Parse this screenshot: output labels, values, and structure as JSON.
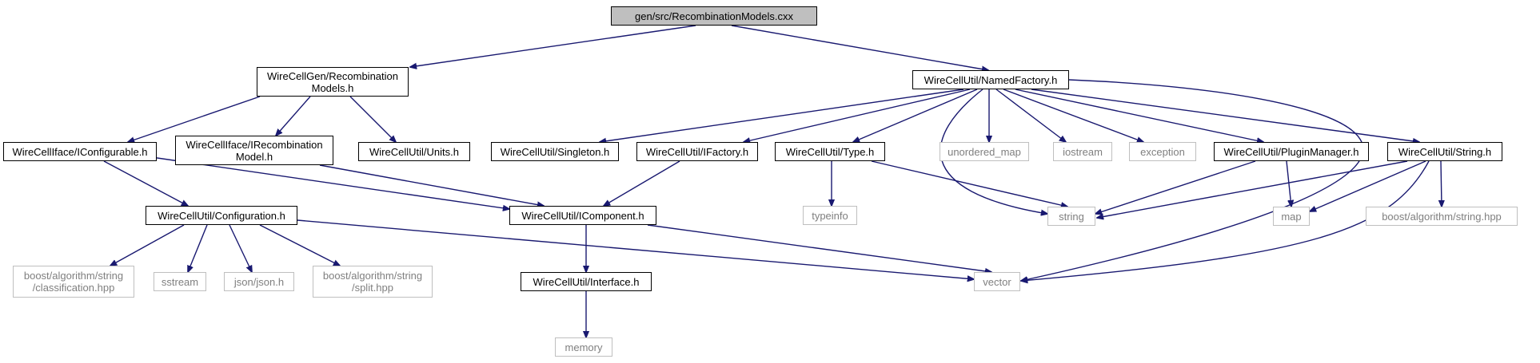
{
  "colors": {
    "edge": "#191970",
    "root_fill": "#bfbfbf",
    "external_border": "#bfbfbf",
    "external_text": "#7f7f7f"
  },
  "nodes": {
    "root": "gen/src/RecombinationModels.cxx",
    "recomb_models_h": "WireCellGen/Recombination\nModels.h",
    "named_factory": "WireCellUtil/NamedFactory.h",
    "iconfigurable": "WireCellIface/IConfigurable.h",
    "irecomb_model": "WireCellIface/IRecombination\nModel.h",
    "units": "WireCellUtil/Units.h",
    "singleton": "WireCellUtil/Singleton.h",
    "ifactory": "WireCellUtil/IFactory.h",
    "type": "WireCellUtil/Type.h",
    "unordered_map": "unordered_map",
    "iostream": "iostream",
    "exception": "exception",
    "plugin_manager": "WireCellUtil/PluginManager.h",
    "string_h": "WireCellUtil/String.h",
    "configuration": "WireCellUtil/Configuration.h",
    "icomponent": "WireCellUtil/IComponent.h",
    "typeinfo": "typeinfo",
    "string": "string",
    "map": "map",
    "boost_string": "boost/algorithm/string.hpp",
    "boost_classification": "boost/algorithm/string\n/classification.hpp",
    "sstream": "sstream",
    "json": "json/json.h",
    "boost_split": "boost/algorithm/string\n/split.hpp",
    "vector": "vector",
    "interface": "WireCellUtil/Interface.h",
    "memory": "memory"
  }
}
